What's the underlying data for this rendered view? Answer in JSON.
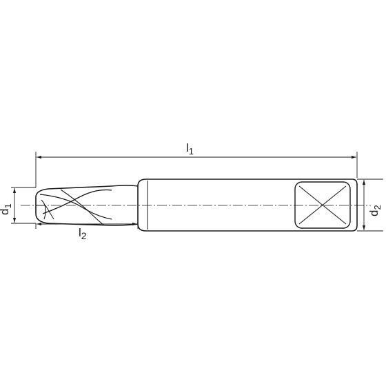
{
  "labels": {
    "l1_main": "l",
    "l1_sub": "1",
    "l2_main": "l",
    "l2_sub": "2",
    "d1_main": "d",
    "d1_sub": "1",
    "d2_main": "d",
    "d2_sub": "2"
  },
  "colors": {
    "line": "#1a1a1a",
    "background": "#ffffff"
  }
}
